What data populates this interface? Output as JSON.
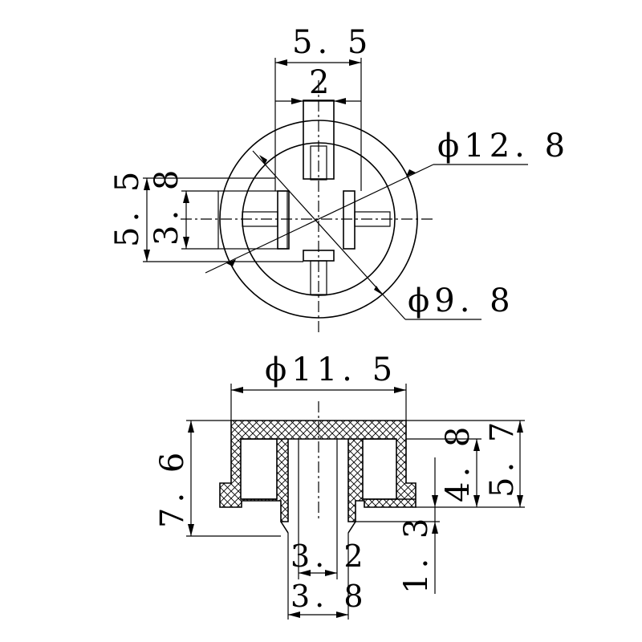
{
  "top_view": {
    "dim_width_outer": "5. 5",
    "dim_width_inner": "2",
    "dim_height_outer": "5. 5",
    "dim_height_inner": "3. 8",
    "dim_outer_diameter": "ϕ12. 8",
    "dim_inner_diameter": "ϕ9. 8"
  },
  "section_view": {
    "dim_cap_diameter": "ϕ11. 5",
    "dim_total_height": "7. 6",
    "dim_step_height": "4. 8",
    "dim_body_height": "5. 7",
    "dim_hole_depth": "1. 3",
    "dim_hole_inner": "3. 2",
    "dim_hole_outer": "3. 8"
  }
}
